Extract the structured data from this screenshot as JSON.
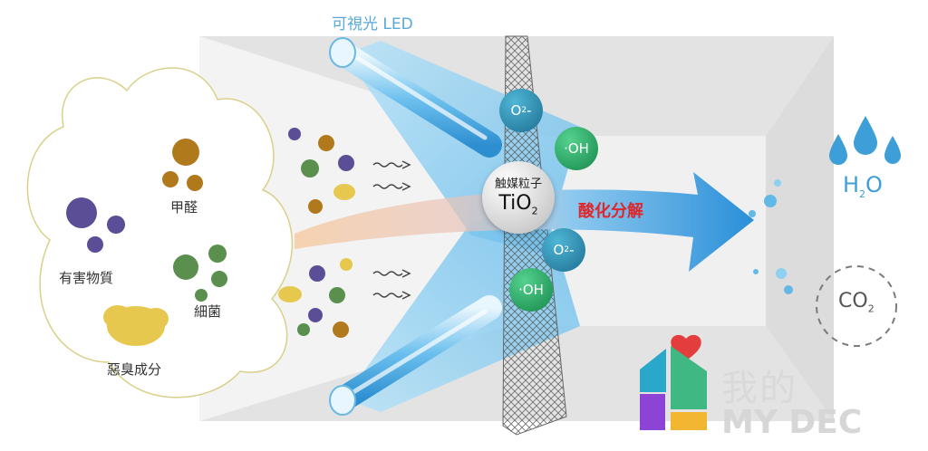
{
  "labels": {
    "led": "可視光 LED",
    "formaldehyde": "甲醛",
    "harmful": "有害物質",
    "bacteria": "細菌",
    "odor": "惡臭成分",
    "catalyst_label": "触媒粒子",
    "catalyst_formula": "TiO",
    "catalyst_sub": "2",
    "reaction": "酸化分解",
    "ion_o2_main": "O",
    "ion_o2_sub": "2",
    "ion_o2_sign": "-",
    "ion_oh": "·OH",
    "h2o_main": "H",
    "h2o_sub": "2",
    "h2o_end": "O",
    "co2_main": "CO",
    "co2_sub": "2"
  },
  "watermark": {
    "cn": "我的",
    "en": "MY DEC"
  },
  "colors": {
    "led_light": "#8fd3f4",
    "reaction_red": "#e0252b",
    "ion_o2": "#1d6f91",
    "ion_oh": "#15874a",
    "pollutant_brown": "#b07a1c",
    "pollutant_purple": "#5c4e96",
    "pollutant_green": "#5a8f4e",
    "pollutant_yellow": "#e6c84e",
    "arrow_blue": "#3d9ad9"
  }
}
